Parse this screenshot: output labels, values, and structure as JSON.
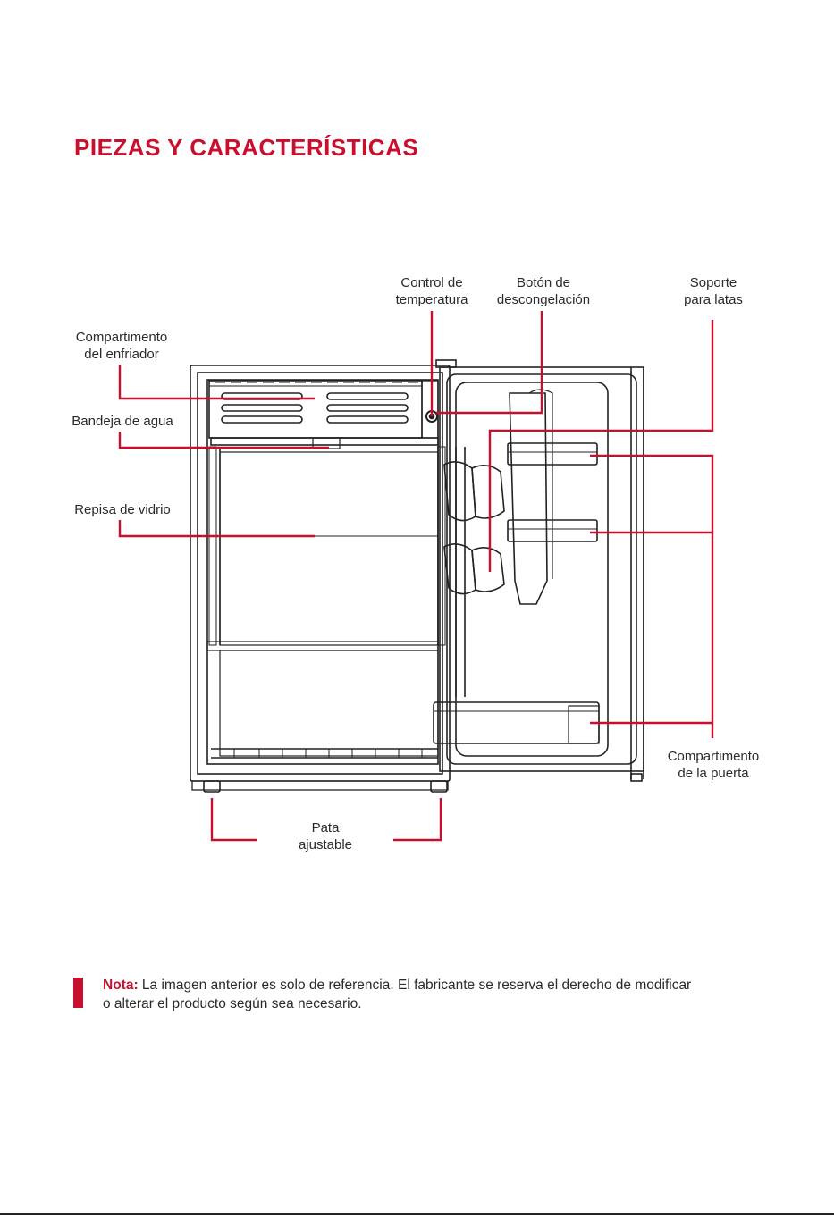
{
  "page": {
    "title": "PIEZAS Y CARACTERÍSTICAS",
    "accent_color": "#c8102e"
  },
  "labels": {
    "control_temperatura": [
      "Control de",
      "temperatura"
    ],
    "boton_descongelacion": [
      "Botón de",
      "descongelación"
    ],
    "soporte_latas": [
      "Soporte",
      "para latas"
    ],
    "compartimento_enfriador": [
      "Compartimento",
      "del enfriador"
    ],
    "bandeja_agua": [
      "Bandeja de agua"
    ],
    "repisa_vidrio": [
      "Repisa de vidrio"
    ],
    "compartimento_puerta": [
      "Compartimento",
      "de la puerta"
    ],
    "pata_ajustable": [
      "Pata",
      "ajustable"
    ]
  },
  "note": {
    "label": "Nota:",
    "line1": "La imagen anterior es solo de referencia. El fabricante se reserva el derecho de modificar",
    "line2": "o alterar el producto según sea necesario."
  }
}
